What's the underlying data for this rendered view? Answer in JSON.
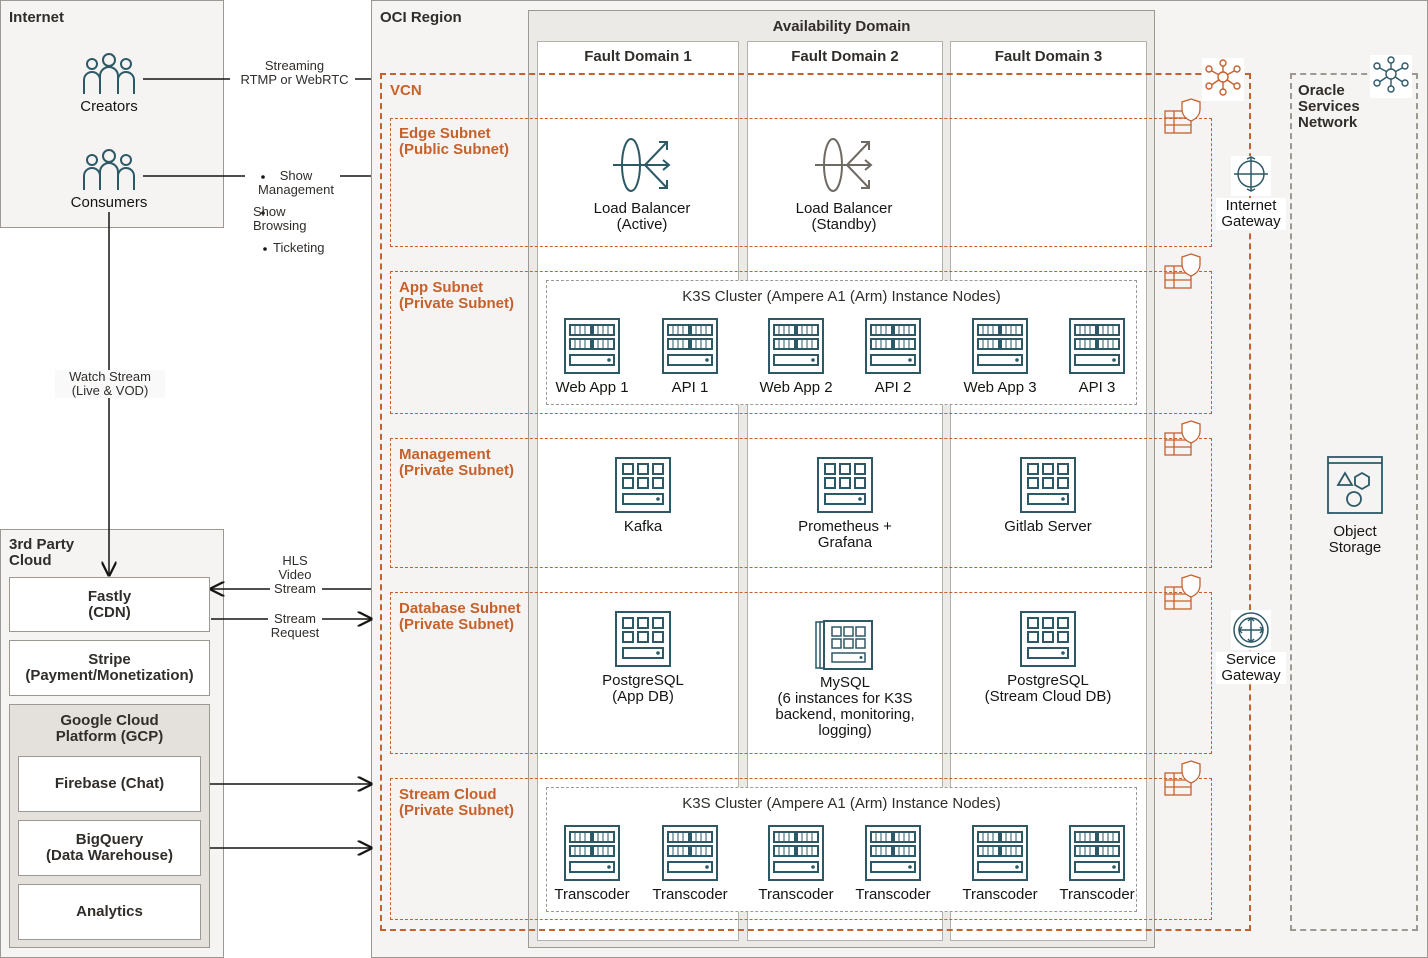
{
  "internet": {
    "title": "Internet",
    "creators": "Creators",
    "consumers": "Consumers"
  },
  "flows": {
    "streaming": "Streaming\nRTMP or WebRTC",
    "show_management": "Show\nManagement",
    "show_browsing": "Show\nBrowsing",
    "ticketing": "Ticketing",
    "watch_stream": "Watch Stream\n(Live & VOD)",
    "hls": "HLS\nVideo\nStream",
    "stream_request": "Stream\nRequest"
  },
  "third_party": {
    "title": "3rd Party\nCloud",
    "fastly": "Fastly\n(CDN)",
    "stripe": "Stripe\n(Payment/Monetization)",
    "gcp_title": "Google Cloud\nPlatform (GCP)",
    "firebase": "Firebase (Chat)",
    "bigquery": "BigQuery\n(Data Warehouse)",
    "analytics": "Analytics"
  },
  "oci": {
    "region_title": "OCI Region",
    "ad_title": "Availability Domain",
    "fault_domains": [
      "Fault Domain 1",
      "Fault Domain 2",
      "Fault Domain 3"
    ],
    "vcn": "VCN",
    "subnets": {
      "edge": "Edge Subnet\n(Public Subnet)",
      "app": "App Subnet\n(Private Subnet)",
      "management": "Management\n(Private Subnet)",
      "database": "Database Subnet\n(Private Subnet)",
      "stream": "Stream Cloud\n(Private Subnet)"
    },
    "lb_active": "Load Balancer\n(Active)",
    "lb_standby": "Load Balancer\n(Standby)",
    "cluster_title": "K3S Cluster (Ampere A1 (Arm) Instance Nodes)",
    "app_nodes": [
      "Web App 1",
      "API 1",
      "Web App 2",
      "API 2",
      "Web App 3",
      "API 3"
    ],
    "stream_nodes": [
      "Transcoder",
      "Transcoder",
      "Transcoder",
      "Transcoder",
      "Transcoder",
      "Transcoder"
    ],
    "kafka": "Kafka",
    "prometheus": "Prometheus +\nGrafana",
    "gitlab": "Gitlab Server",
    "pg_app": "PostgreSQL\n(App DB)",
    "mysql": "MySQL\n(6 instances for K3S\nbackend, monitoring,\nlogging)",
    "pg_stream": "PostgreSQL\n(Stream Cloud DB)",
    "internet_gateway": "Internet\nGateway",
    "service_gateway": "Service\nGateway"
  },
  "osn": {
    "title": "Oracle\nServices\nNetwork",
    "object_storage": "Object\nStorage"
  },
  "colors": {
    "accent": "#c6612c",
    "icon_teal": "#2d5967",
    "icon_gray": "#6f6a64",
    "panel": "#f5f4f2"
  }
}
